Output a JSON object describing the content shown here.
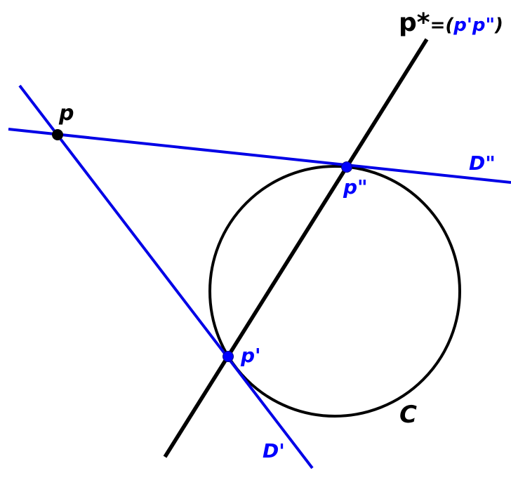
{
  "labels": {
    "p": "p",
    "p_prime": "p'",
    "p_double_prime": "p\"",
    "d_prime": "D'",
    "d_double_prime": "D\"",
    "circle": "C",
    "polar_main": "p*",
    "polar_eq": "=(",
    "polar_p1": "p'",
    "polar_p2": "p\"",
    "polar_close": ")"
  },
  "colors": {
    "tangent_lines": "#0000e6",
    "polar_line": "#000000",
    "circle": "#000000",
    "point_p": "#000000",
    "tangent_points": "#0000ff",
    "label_blue": "#0000ff",
    "label_black": "#000000"
  }
}
